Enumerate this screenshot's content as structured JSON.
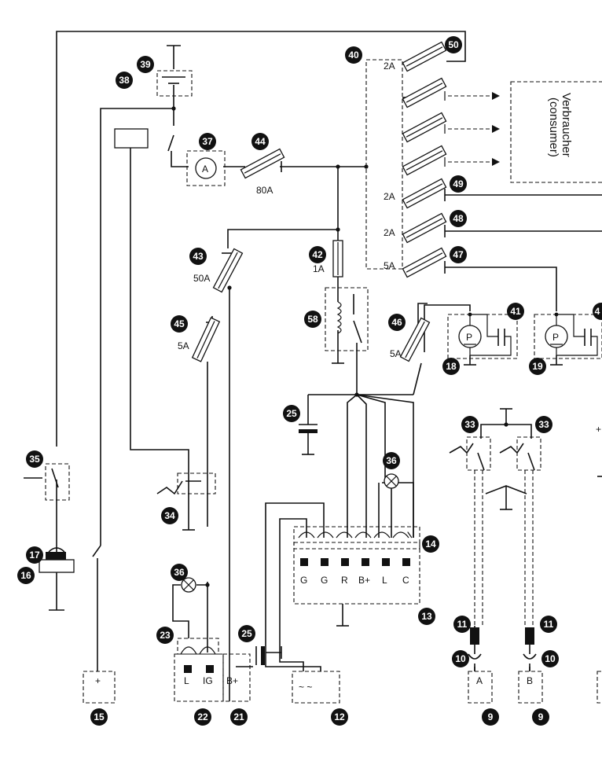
{
  "consumer": {
    "line1": "Verbraucher",
    "line2": "(consumer)"
  },
  "fuses": {
    "f50": "2A",
    "f49": "2A",
    "f48": "2A",
    "f47": "5A",
    "f44": "80A",
    "f43": "50A",
    "f42": "1A",
    "f45": "5A",
    "f46": "5A"
  },
  "ammeter": "A",
  "pump": "P",
  "regulator_terminals": [
    "G",
    "G",
    "R",
    "B+",
    "L",
    "C"
  ],
  "connector22": {
    "l": "L",
    "ig": "IG"
  },
  "terminal21": "B+",
  "battery_plus": "+",
  "alternator_symbol": "~  ~",
  "sensor_a": "A",
  "sensor_b": "B",
  "edge_plus": "+",
  "callouts": {
    "n50": "50",
    "n40": "40",
    "n39": "39",
    "n38": "38",
    "n37": "37",
    "n44": "44",
    "n49": "49",
    "n48": "48",
    "n47": "47",
    "n43": "43",
    "n42": "42",
    "n58": "58",
    "n41": "41",
    "n4x": "4",
    "n46": "46",
    "n45": "45",
    "n18": "18",
    "n19": "19",
    "n25a": "25",
    "n33a": "33",
    "n33b": "33",
    "n35": "35",
    "n36a": "36",
    "n34": "34",
    "n14": "14",
    "n17": "17",
    "n16": "16",
    "n36b": "36",
    "n13": "13",
    "n23": "23",
    "n25b": "25",
    "n11a": "11",
    "n11b": "11",
    "n10a": "10",
    "n10b": "10",
    "n15": "15",
    "n22": "22",
    "n21": "21",
    "n12": "12",
    "n9a": "9",
    "n9b": "9"
  }
}
